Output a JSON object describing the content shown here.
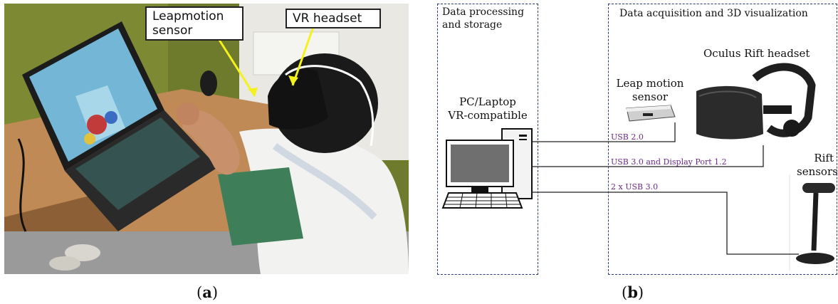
{
  "panel_a": {
    "caption_open": "(",
    "caption_letter": "a",
    "caption_close": ")",
    "callouts": {
      "leapmotion": "Leapmotion\nsensor",
      "vr_headset": "VR headset"
    }
  },
  "panel_b": {
    "caption_open": "(",
    "caption_letter": "b",
    "caption_close": ")",
    "left_box_label": "Data processing\nand storage",
    "right_box_label": "Data acquisition and 3D visualization",
    "pc_label": "PC/Laptop\nVR-compatible",
    "leap_label": "Leap motion\nsensor",
    "rift_label": "Oculus Rift headset",
    "sensors_label": "Rift\nsensors",
    "connections": {
      "usb2": "USB 2.0",
      "usb3_dp": "USB 3.0 and Display Port 1.2",
      "usb3x2": "2 x USB 3.0"
    },
    "colors": {
      "box_border": "#2b3a78",
      "connection_label": "#6a2a82",
      "wire": "#222222"
    }
  }
}
